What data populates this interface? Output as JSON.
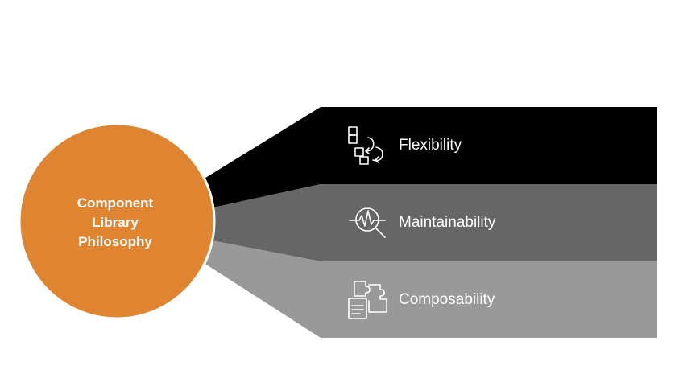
{
  "hub": {
    "title_lines": [
      "Component",
      "Library",
      "Philosophy"
    ]
  },
  "bands": [
    {
      "label": "Flexibility",
      "icon": "flowchart-swap-icon"
    },
    {
      "label": "Maintainability",
      "icon": "magnifier-pulse-icon"
    },
    {
      "label": "Composability",
      "icon": "puzzle-document-icon"
    }
  ],
  "colors": {
    "hub": "#df8431",
    "band_1": "#000000",
    "band_2": "#666666",
    "band_3": "#999999",
    "text": "#ffffff"
  }
}
